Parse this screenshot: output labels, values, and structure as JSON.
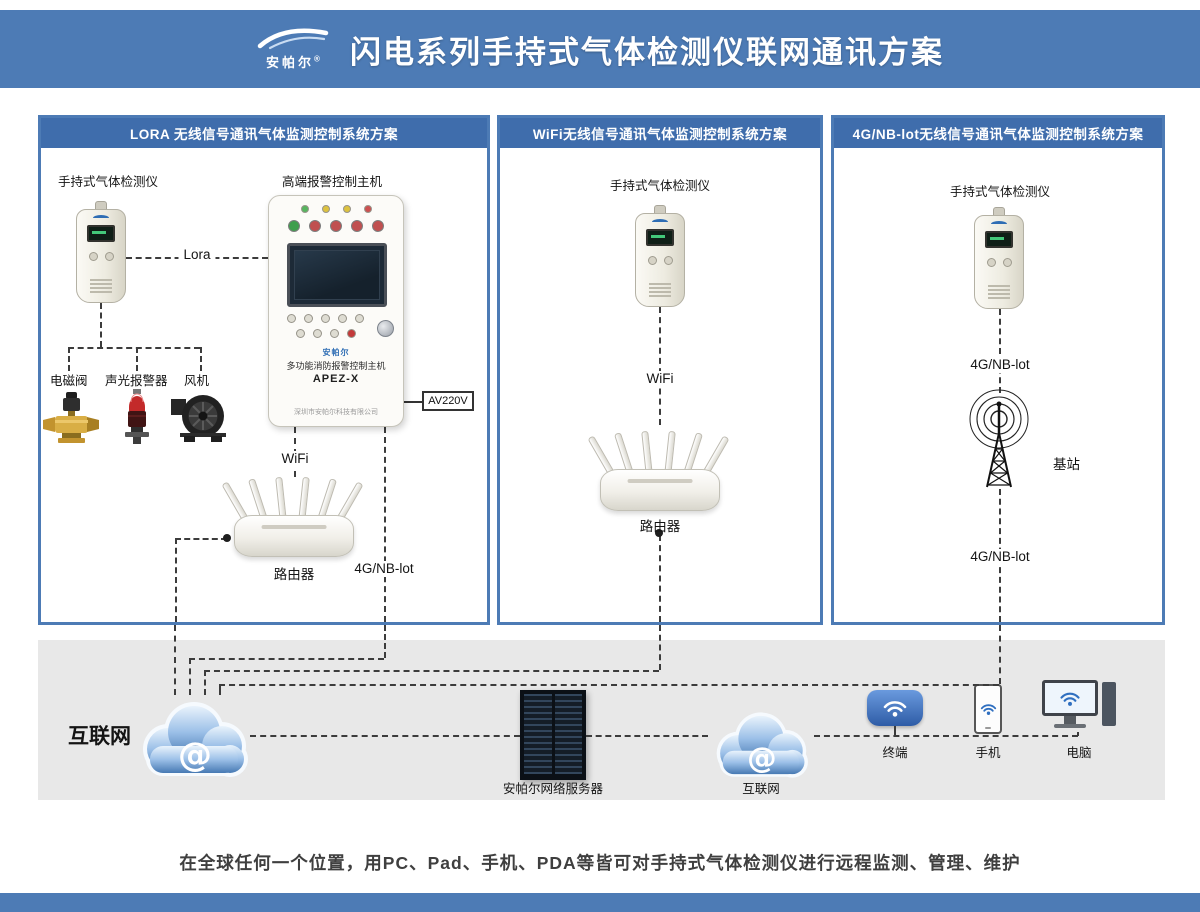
{
  "header": {
    "title": "闪电系列手持式气体检测仪联网通讯方案",
    "brand": "安帕尔",
    "reg": "®"
  },
  "panel1": {
    "title": "LORA 无线信号通讯气体监测控制系统方案",
    "detector_label": "手持式气体检测仪",
    "host_label": "高端报警控制主机",
    "link_label": "Lora",
    "valve_label": "电磁阀",
    "alarm_label": "声光报警器",
    "fan_label": "风机",
    "power_label": "AV220V",
    "wifi_label": "WiFi",
    "router_label": "路由器",
    "nb_label": "4G/NB-lot",
    "host_brand": "安帕尔",
    "host_name": "多功能消防报警控制主机",
    "host_model": "APEZ-X",
    "host_company": "深圳市安帕尔科技有限公司"
  },
  "panel2": {
    "title": "WiFi无线信号通讯气体监测控制系统方案",
    "detector_label": "手持式气体检测仪",
    "wifi_label": "WiFi",
    "router_label": "路由器"
  },
  "panel3": {
    "title": "4G/NB-lot无线信号通讯气体监测控制系统方案",
    "detector_label": "手持式气体检测仪",
    "nb_top_label": "4G/NB-lot",
    "station_label": "基站",
    "nb_bottom_label": "4G/NB-lot"
  },
  "internet_zone": {
    "left_cloud_label": "互联网",
    "server_label": "安帕尔网络服务器",
    "mid_cloud_label": "互联网",
    "terminal_label": "终端",
    "phone_label": "手机",
    "pc_label": "电脑",
    "at_symbol": "@"
  },
  "caption": "在全球任何一个位置，用PC、Pad、手机、PDA等皆可对手持式气体检测仪进行远程监测、管理、维护",
  "colors": {
    "accent": "#4d7bb5",
    "panel_title": "#3f6dac",
    "zone_bg": "#e8e8e8",
    "line": "#3c3c3c"
  }
}
